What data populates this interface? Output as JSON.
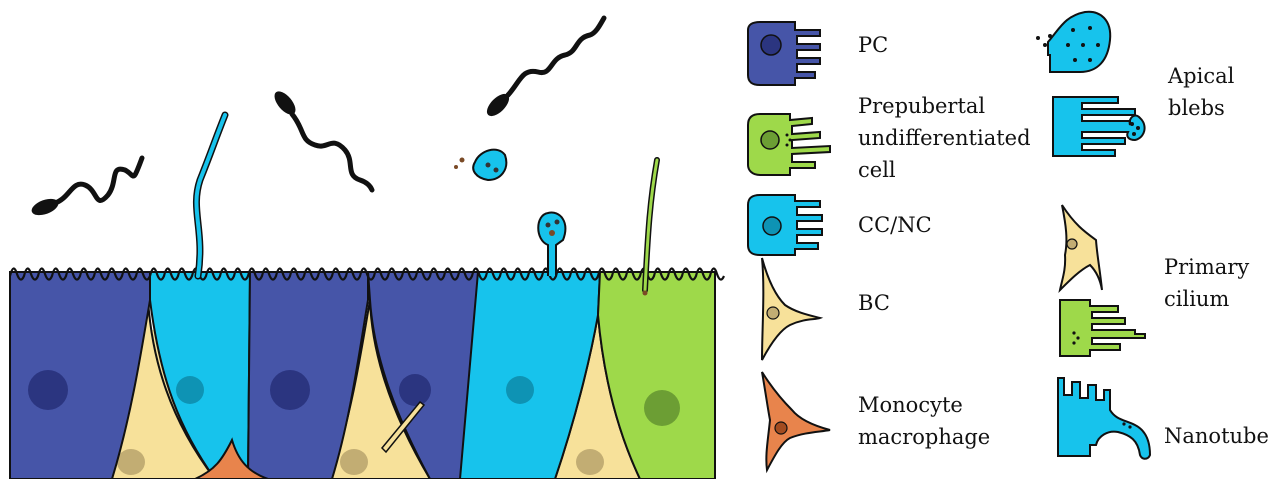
{
  "legend": {
    "pc": "PC",
    "prepubertal": [
      "Prepubertal",
      "undifferentiated",
      "cell"
    ],
    "ccnc": "CC/NC",
    "bc": "BC",
    "monocyte": [
      "Monocyte",
      "macrophage"
    ],
    "apical_blebs": [
      "Apical",
      "blebs"
    ],
    "primary_cilium": [
      "Primary",
      "cilium"
    ],
    "nanotube": "Nanotube"
  },
  "colors": {
    "pc": "#4655a8",
    "pc_nucleus": "#2b3580",
    "ccnc": "#17c3ec",
    "ccnc_nucleus": "#0e93b4",
    "prepubertal": "#9ed94a",
    "prepubertal_nucleus": "#6c9e34",
    "bc": "#f7e19a",
    "bc_nucleus": "#c2ad73",
    "monocyte": "#e8844c",
    "monocyte_nucleus": "#a24c20",
    "outline": "#111111",
    "sperm": "#111111",
    "vesicle": "#7a4a26"
  },
  "icons": [
    "sperm-icon",
    "pc-cell-icon",
    "prepubertal-cell-icon",
    "ccnc-cell-icon",
    "bc-cell-icon",
    "monocyte-icon",
    "apical-bleb-icon",
    "primary-cilium-icon",
    "nanotube-icon"
  ]
}
